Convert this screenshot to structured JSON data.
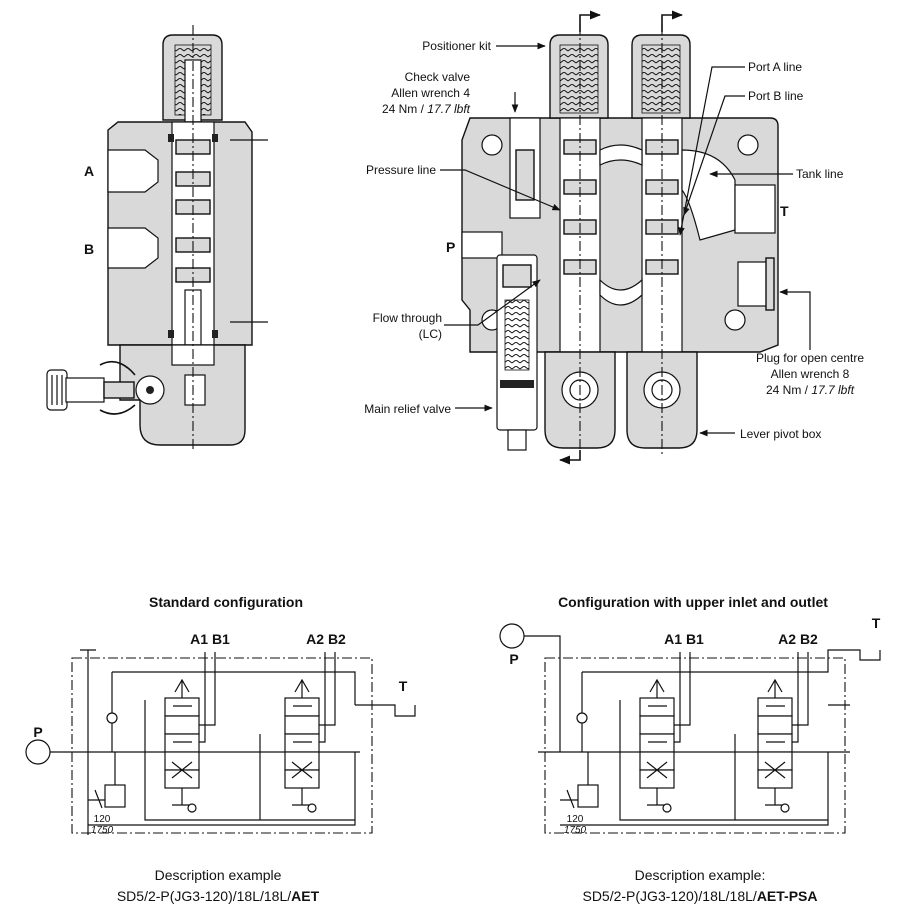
{
  "section_view": {
    "left_ports": {
      "a": "A",
      "b": "B"
    },
    "callouts": {
      "positioner_kit": "Positioner kit",
      "check_valve_1": "Check valve",
      "check_valve_2": "Allen wrench 4",
      "check_valve_3_pre": "24 Nm / ",
      "check_valve_3_it": "17.7 lbft",
      "pressure_line": "Pressure line",
      "flow_through_1": "Flow through",
      "flow_through_2": "(LC)",
      "main_relief_valve": "Main relief valve",
      "port_a_line": "Port A line",
      "port_b_line": "Port B line",
      "tank_line": "Tank line",
      "plug_1": "Plug for open centre",
      "plug_2": "Allen wrench 8",
      "plug_3_pre": "24 Nm / ",
      "plug_3_it": "17.7 lbft",
      "lever_pivot_box": "Lever pivot box",
      "port_p": "P",
      "port_t": "T"
    }
  },
  "schematics": [
    {
      "title": "Standard configuration",
      "labels": {
        "a1b1": "A1 B1",
        "a2b2": "A2 B2",
        "p": "P",
        "t": "T",
        "rv1": "120",
        "rv2": "1750"
      },
      "desc_line1": "Description example",
      "desc_line2_pre": "SD5/2-P(JG3-120)/18L/18L/",
      "desc_line2_bold": "AET"
    },
    {
      "title": "Configuration with upper inlet and outlet",
      "labels": {
        "a1b1": "A1 B1",
        "a2b2": "A2 B2",
        "p": "P",
        "t": "T",
        "rv1": "120",
        "rv2": "1750"
      },
      "desc_line1": "Description example:",
      "desc_line2_pre": "SD5/2-P(JG3-120)/18L/18L/",
      "desc_line2_bold": "AET-PSA"
    }
  ]
}
